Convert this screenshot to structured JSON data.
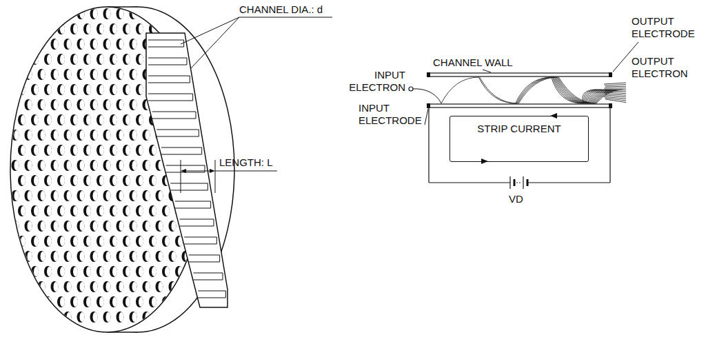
{
  "diagram": {
    "nodes": [
      {
        "text": [
          "STRIP CURRENT"
        ]
      }
    ],
    "labels": [
      "CHANNEL DIA.: d",
      "LENGTH: L",
      "INPUT ELECTRON",
      "CHANNEL WALL",
      "OUTPUT ELECTRODE",
      "OUTPUT ELECTRON",
      "INPUT ELECTRODE",
      "VD"
    ]
  }
}
